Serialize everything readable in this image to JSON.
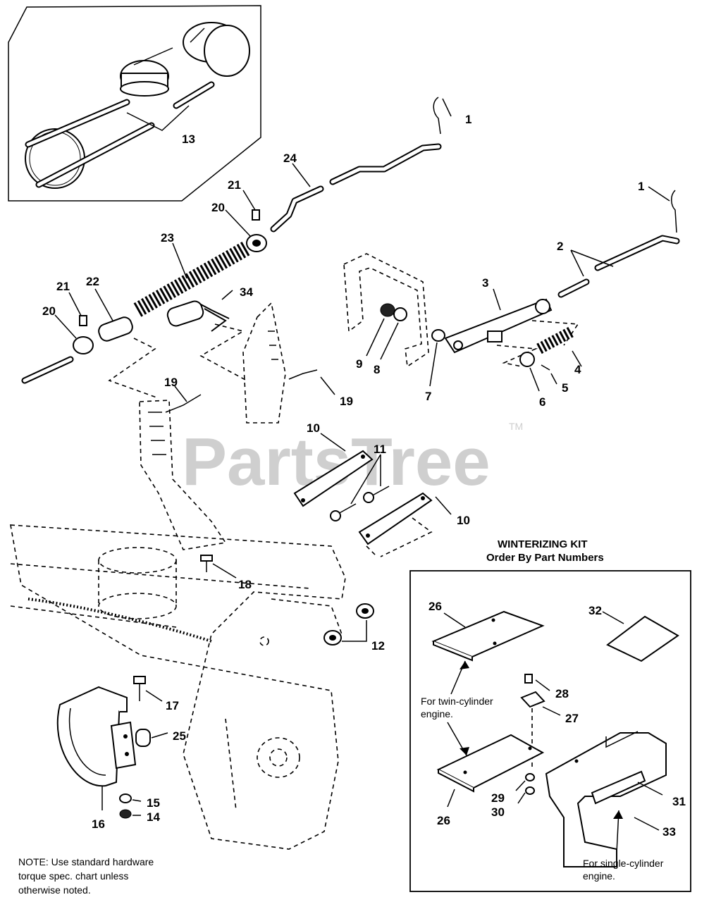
{
  "watermark": "PartsTree",
  "trademark": "TM",
  "callouts": {
    "c1a": "1",
    "c1b": "1",
    "c2": "2",
    "c3": "3",
    "c4": "4",
    "c5": "5",
    "c6": "6",
    "c7": "7",
    "c8": "8",
    "c9": "9",
    "c10a": "10",
    "c10b": "10",
    "c11": "11",
    "c12": "12",
    "c13": "13",
    "c14": "14",
    "c15": "15",
    "c16": "16",
    "c17": "17",
    "c18": "18",
    "c19a": "19",
    "c19b": "19",
    "c20a": "20",
    "c20b": "20",
    "c21a": "21",
    "c21b": "21",
    "c22": "22",
    "c23": "23",
    "c24": "24",
    "c25": "25",
    "c34": "34"
  },
  "kit": {
    "title": "WINTERIZING KIT",
    "subtitle": "Order By Part Numbers",
    "callouts": {
      "c26a": "26",
      "c26b": "26",
      "c27": "27",
      "c28": "28",
      "c29": "29",
      "c30": "30",
      "c31": "31",
      "c32": "32",
      "c33": "33"
    },
    "twin_line1": "For twin-cylinder",
    "twin_line2": "engine.",
    "single_line1": "For single-cylinder",
    "single_line2": "engine."
  },
  "note": {
    "line1": "NOTE: Use standard hardware",
    "line2": "torque spec. chart unless",
    "line3": "otherwise noted."
  }
}
